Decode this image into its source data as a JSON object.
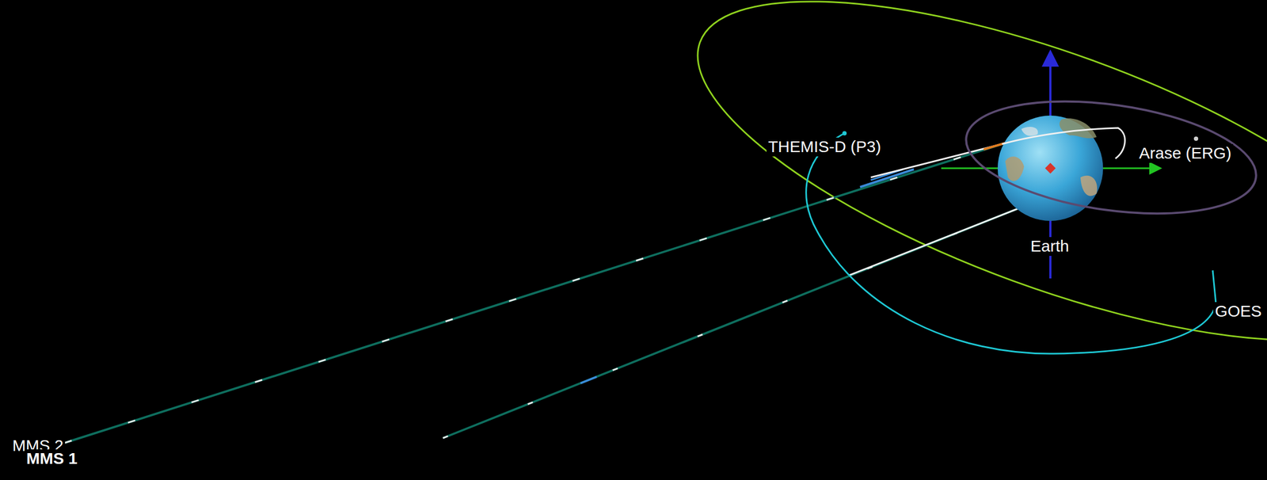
{
  "diagram": {
    "labels": [
      "THEMIS-D (P3)",
      "Arase (ERG)",
      "Earth",
      "GOES",
      "MMS 2",
      "MMS 1"
    ]
  }
}
